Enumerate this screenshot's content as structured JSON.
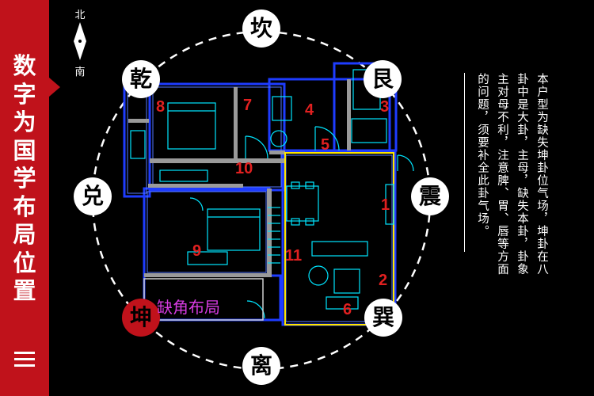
{
  "sidebar": {
    "title": "数字为国学布局位置"
  },
  "compass": {
    "north": "北",
    "south": "南"
  },
  "trigrams": {
    "kan": "坎",
    "gen": "艮",
    "zhen": "震",
    "xun": "巽",
    "li": "离",
    "kun": "坤",
    "dui": "兑",
    "qian": "乾"
  },
  "rooms": [
    "1",
    "2",
    "3",
    "4",
    "5",
    "6",
    "7",
    "8",
    "9",
    "10",
    "11"
  ],
  "missing_label": "缺角布局",
  "description": "本户型为缺失坤卦位气场，坤卦在八卦中是大卦，主母，缺失本卦，卦象主对母不利，注意脾、胃、唇等方面的问题，须要补全此卦气场。",
  "colors": {
    "accent": "#c0121b",
    "wall": "#1e3cff",
    "line": "#00e5ff",
    "area": "#ffe600",
    "number": "#e02020",
    "label": "#d63be0"
  }
}
